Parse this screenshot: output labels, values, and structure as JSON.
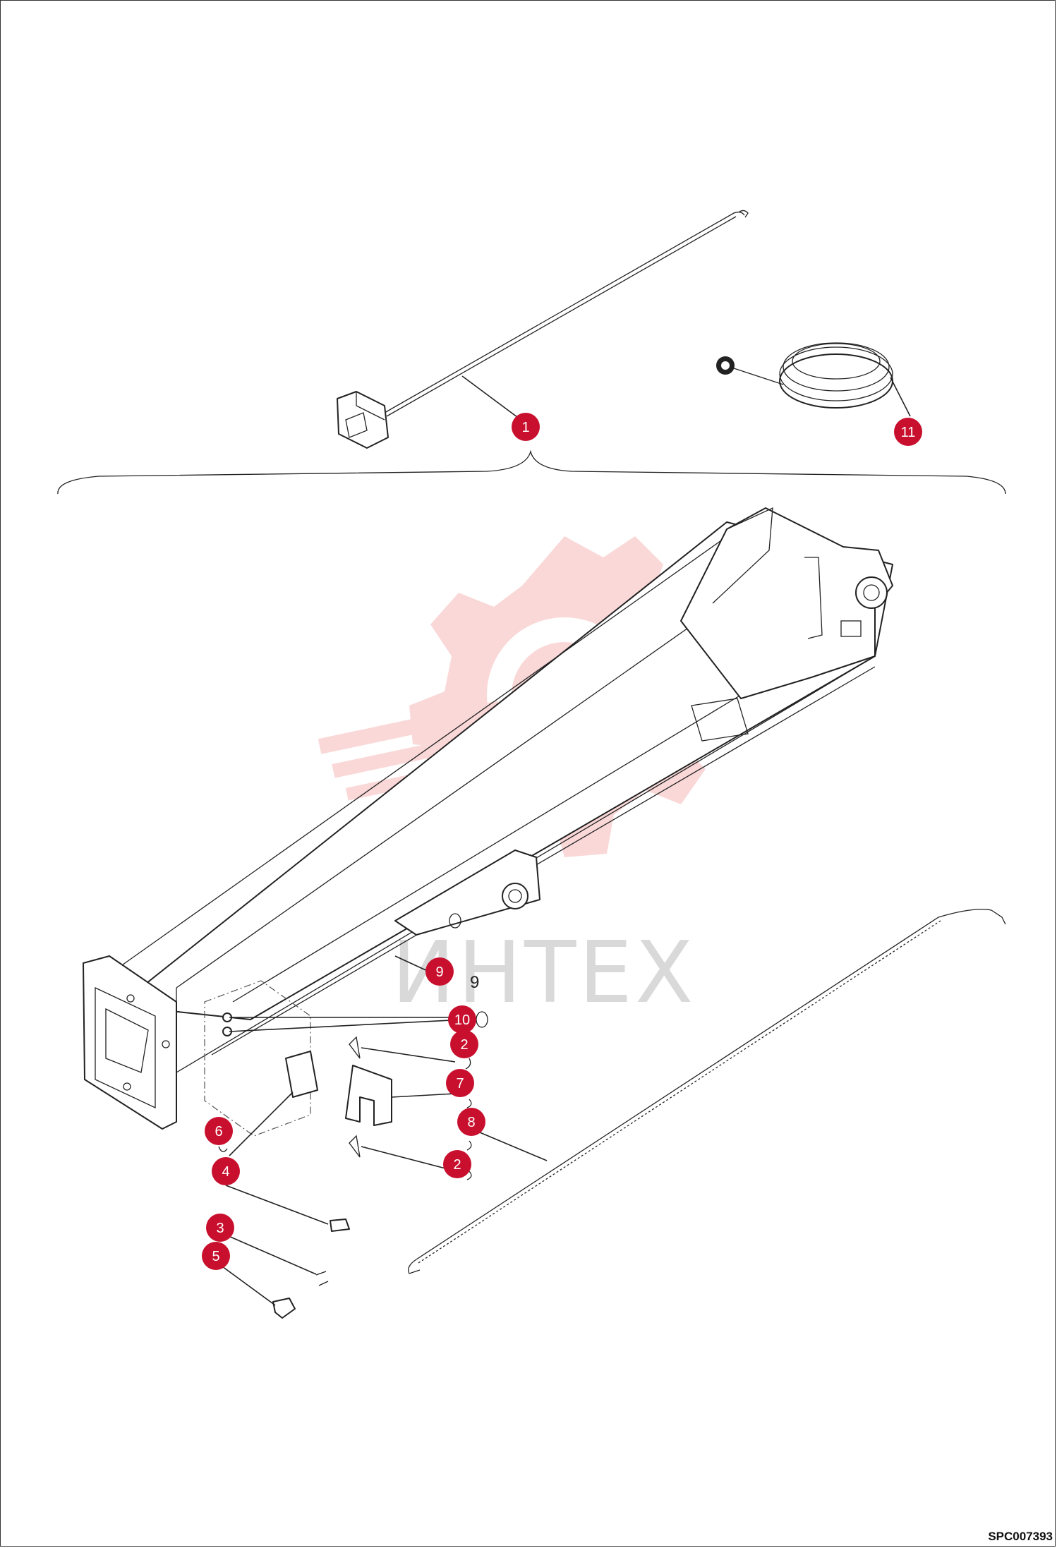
{
  "document_code": "SPC007393",
  "watermark": {
    "text": "ИНТЕХ",
    "icon": "gear-icon"
  },
  "colors": {
    "callout": "#c8102e",
    "line": "#222222",
    "watermark": "#f4c4c4"
  },
  "callouts": [
    {
      "id": "callout-1",
      "label": "1"
    },
    {
      "id": "callout-11",
      "label": "11"
    },
    {
      "id": "callout-9",
      "label": "9"
    },
    {
      "id": "callout-10",
      "label": "10"
    },
    {
      "id": "callout-2a",
      "label": "2"
    },
    {
      "id": "callout-7",
      "label": "7"
    },
    {
      "id": "callout-8",
      "label": "8"
    },
    {
      "id": "callout-2b",
      "label": "2"
    },
    {
      "id": "callout-6",
      "label": "6"
    },
    {
      "id": "callout-4",
      "label": "4"
    },
    {
      "id": "callout-3",
      "label": "3"
    },
    {
      "id": "callout-5",
      "label": "5"
    }
  ]
}
